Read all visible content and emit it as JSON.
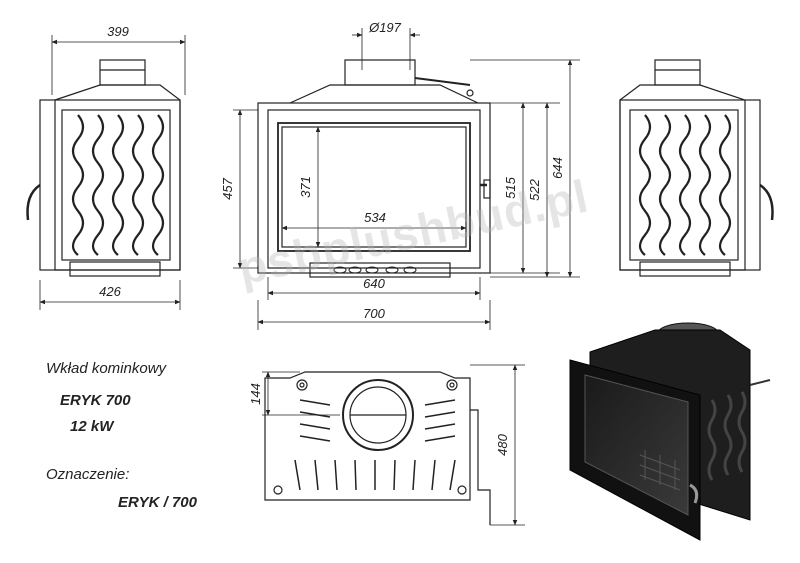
{
  "dimensions": {
    "side_depth": "399",
    "side_base": "426",
    "flue_diameter": "Ø197",
    "front_height_door": "457",
    "glass_height": "371",
    "glass_width": "534",
    "door_width": "640",
    "front_width": "700",
    "height_515": "515",
    "height_522": "522",
    "total_height": "644",
    "top_offset": "144",
    "top_depth": "480"
  },
  "labels": {
    "insert_type": "Wkład kominkowy",
    "model": "ERYK 700",
    "power": "12 kW",
    "designation_label": "Oznaczenie:",
    "designation": "ERYK / 700"
  },
  "watermark": "psbplushbud.pl"
}
